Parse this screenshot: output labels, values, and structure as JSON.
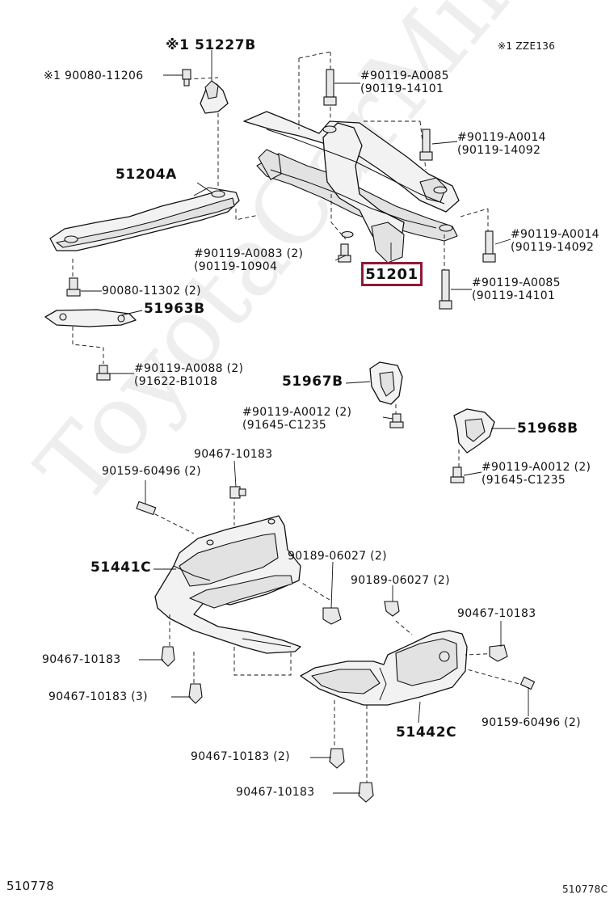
{
  "watermark": "ToyotaCarMine.ru",
  "note_top_right": "※1 ZZE136",
  "highlight_part": "51201",
  "footer": {
    "left": "510778",
    "right": "510778C"
  },
  "labels": {
    "p51227b": "※1 51227B",
    "p90080_11206": "※1 90080-11206",
    "p90119_a0085_top_a": "#90119-A0085",
    "p90119_a0085_top_b": "(90119-14101",
    "p90119_a0014_a": "#90119-A0014",
    "p90119_a0014_b": "(90119-14092",
    "p51204a": "51204A",
    "p90119_a0014_r_a": "#90119-A0014",
    "p90119_a0014_r_b": "(90119-14092",
    "p90119_a0083_a": "#90119-A0083 (2)",
    "p90119_a0083_b": "(90119-10904",
    "p90119_a0085_r_a": "#90119-A0085",
    "p90119_a0085_r_b": "(90119-14101",
    "p90080_11302": "90080-11302 (2)",
    "p51963b": "51963B",
    "p90119_a0088_a": "#90119-A0088 (2)",
    "p90119_a0088_b": "(91622-B1018",
    "p51967b": "51967B",
    "p90119_a0012_a": "#90119-A0012 (2)",
    "p90119_a0012_b": "(91645-C1235",
    "p51968b": "51968B",
    "p90119_a0012_r_a": "#90119-A0012 (2)",
    "p90119_a0012_r_b": "(91645-C1235",
    "p90467_10183_t": "90467-10183",
    "p90159_60496_l": "90159-60496 (2)",
    "p90189_06027_a": "90189-06027 (2)",
    "p90189_06027_b": "90189-06027 (2)",
    "p51441c": "51441C",
    "p90467_10183_r": "90467-10183",
    "p90467_10183_l": "90467-10183",
    "p90467_10183_3": "90467-10183 (3)",
    "p90159_60496_r": "90159-60496 (2)",
    "p51442c": "51442C",
    "p90467_10183_2": "90467-10183 (2)",
    "p90467_10183_b": "90467-10183"
  }
}
